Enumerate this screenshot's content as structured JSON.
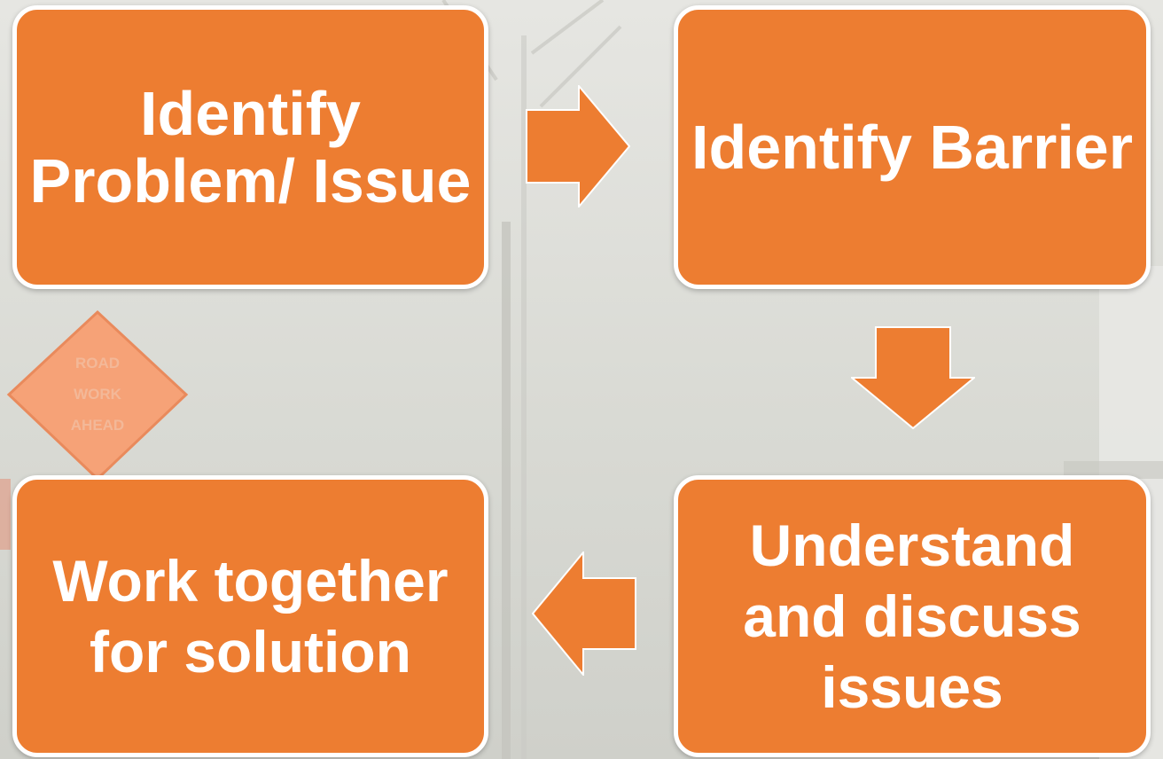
{
  "colors": {
    "box_fill": "#ED7D31",
    "box_border": "#FFFFFF",
    "arrow_fill": "#ED7D31",
    "background": "#DCDCD8",
    "sign_fill": "#F7A172"
  },
  "steps": [
    {
      "label": "Identify Problem/ Issue"
    },
    {
      "label": "Identify Barrier"
    },
    {
      "label": "Understand and discuss issues"
    },
    {
      "label": "Work together for solution"
    }
  ],
  "background_sign": {
    "text": [
      "ROAD",
      "WORK",
      "AHEAD"
    ]
  }
}
